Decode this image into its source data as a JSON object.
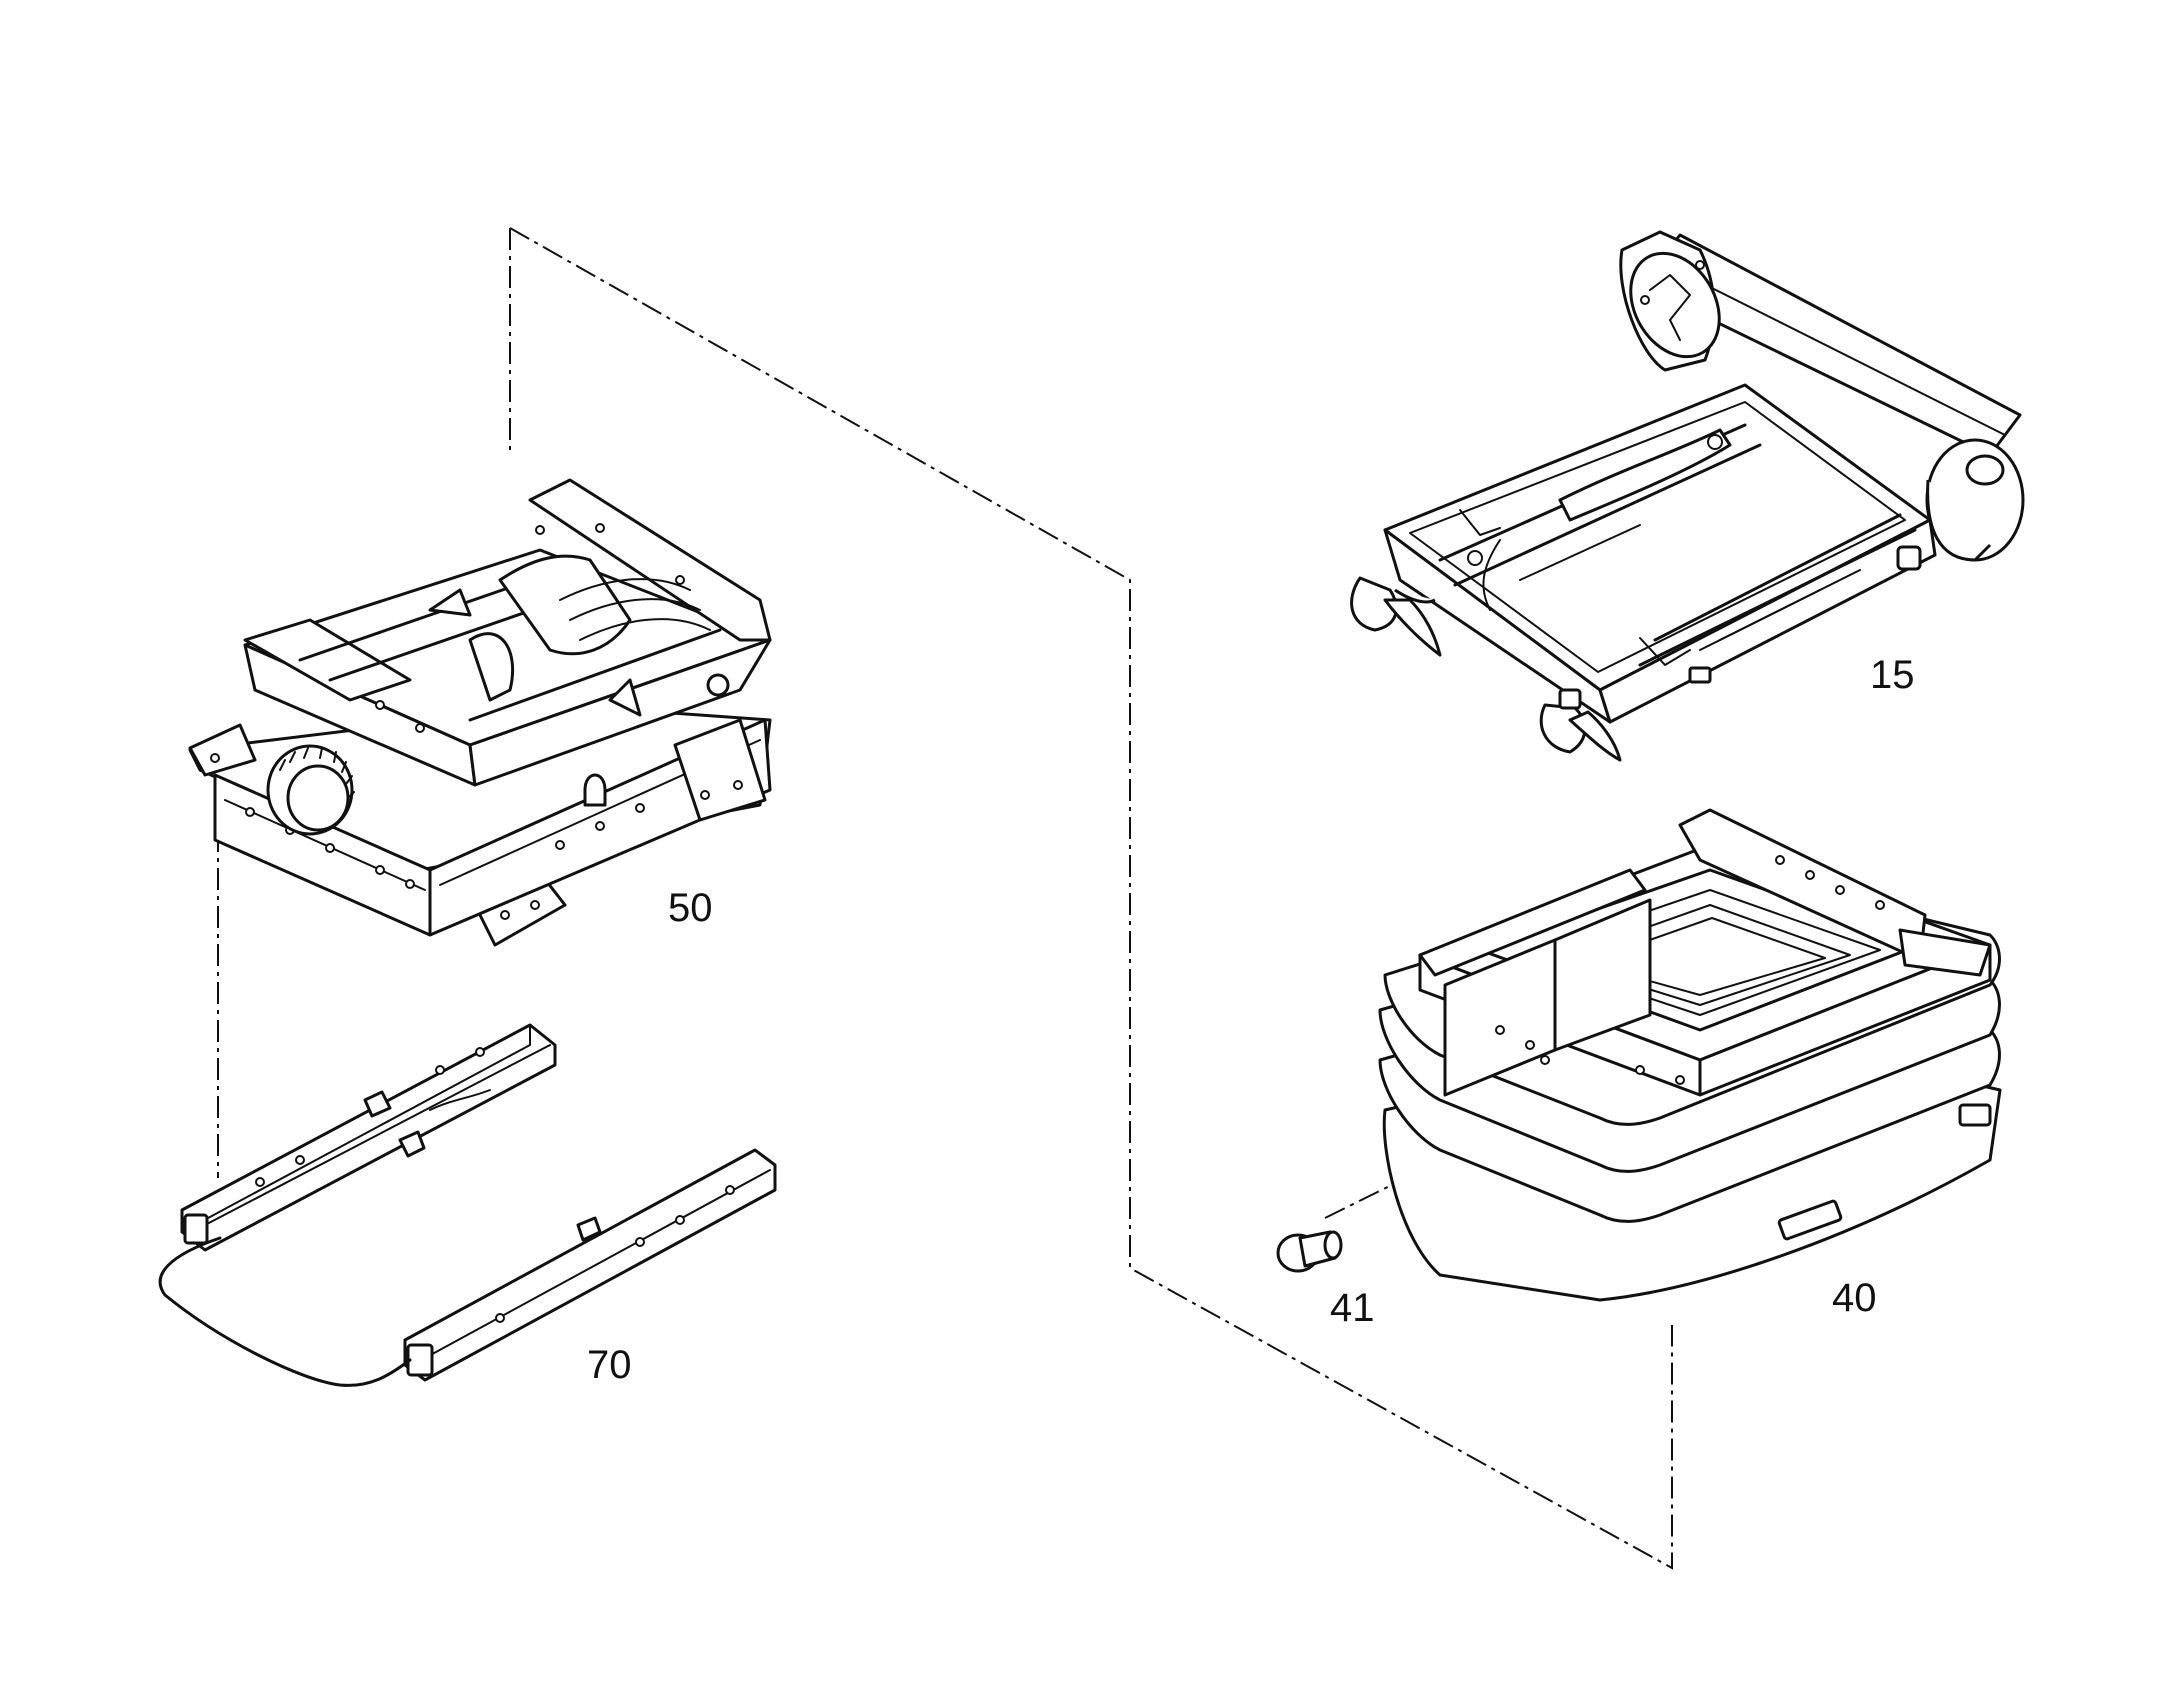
{
  "callouts": {
    "p15": "15",
    "p50": "50",
    "p40": "40",
    "p41": "41",
    "p70": "70"
  }
}
